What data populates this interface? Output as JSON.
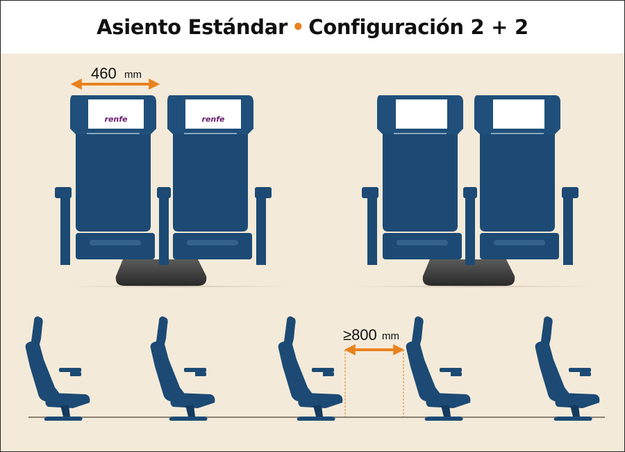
{
  "header": {
    "title_left": "Asiento Estándar",
    "separator": "•",
    "title_right": "Configuración 2 + 2"
  },
  "front_view": {
    "width_value": "460",
    "width_unit": "mm",
    "headrest_logo": "renfe"
  },
  "side_view": {
    "pitch_value": "≥800",
    "pitch_unit": "mm"
  },
  "colors": {
    "seat": "#1c4a74",
    "seat_dark": "#143a5e",
    "accent": "#e8821e",
    "background": "#f3ead9",
    "logo": "#6a1a6e"
  }
}
